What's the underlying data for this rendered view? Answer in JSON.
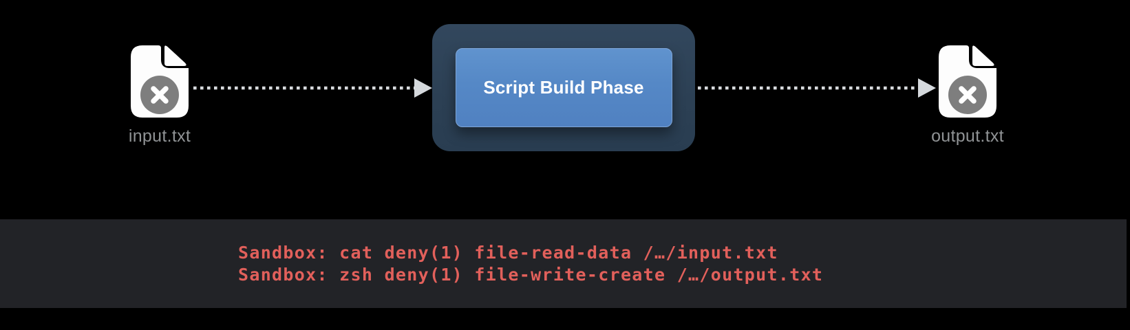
{
  "scene": {
    "input_node": {
      "label": "input.txt",
      "icon": "file-denied-icon"
    },
    "process_node": {
      "label": "Script Build Phase"
    },
    "output_node": {
      "label": "output.txt",
      "icon": "file-denied-icon"
    },
    "arrows": [
      "dashed-arrow-right",
      "dashed-arrow-right"
    ]
  },
  "terminal": {
    "lines": [
      "Sandbox: cat deny(1) file-read-data /…/input.txt",
      "Sandbox: zsh deny(1) file-write-create /…/output.txt"
    ]
  },
  "colors": {
    "background": "#000000",
    "phase_box_outer": "#2d4157",
    "phase_box_inner": "#5588c6",
    "phase_box_border": "#7fa6d8",
    "arrow": "#d8dbde",
    "file_fill": "#fdfdfd",
    "file_label": "#909395",
    "deny_badge": "#7e7e7e",
    "terminal_background": "#222327",
    "terminal_text": "#e2605b"
  }
}
